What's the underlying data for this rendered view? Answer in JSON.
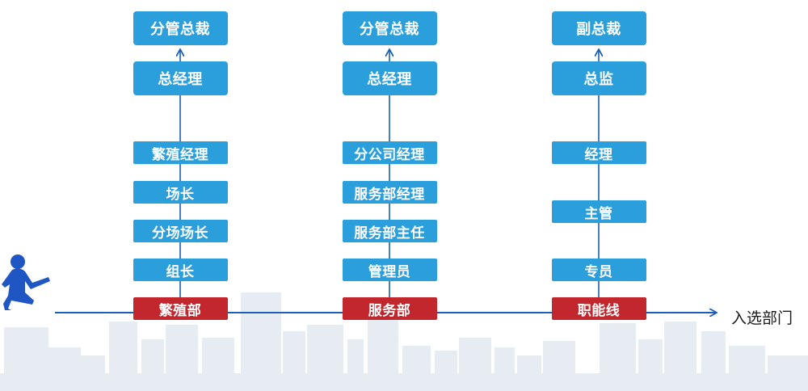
{
  "columns": [
    {
      "department": "繁殖部",
      "levels": [
        "组长",
        "分场场长",
        "场长",
        "繁殖经理"
      ],
      "upper": [
        "总经理",
        "分管总裁"
      ]
    },
    {
      "department": "服务部",
      "levels": [
        "管理员",
        "服务部主任",
        "服务部经理",
        "分公司经理"
      ],
      "upper": [
        "总经理",
        "分管总裁"
      ]
    },
    {
      "department": "职能线",
      "levels": [
        "专员",
        "主管",
        "经理"
      ],
      "upper": [
        "总监",
        "副总裁"
      ]
    }
  ],
  "entry_label": "入选部门",
  "colors": {
    "box_blue": "#2a9fdc",
    "dept_red": "#c1272d",
    "line_blue": "#1a5fb4",
    "person_blue": "#1f56c4",
    "skyline": "#e7ecf3"
  },
  "icons": {
    "person": "walking-person-icon"
  }
}
